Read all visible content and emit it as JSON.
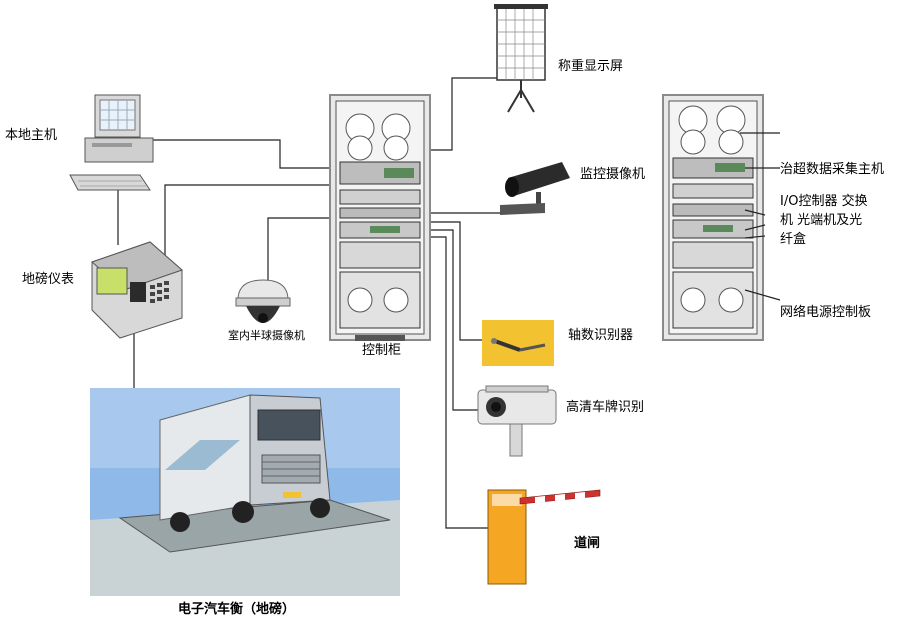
{
  "labels": {
    "weigh_display": "称重显示屏",
    "local_host": "本地主机",
    "surveillance_camera": "监控摄像机",
    "scale_indicator": "地磅仪表",
    "indoor_dome_camera": "室内半球摄像机",
    "control_cabinet": "控制柜",
    "axle_detector": "轴数识别器",
    "hd_plate_recognition": "高清车牌识别",
    "barrier_gate": "道闸",
    "truck_scale": "电子汽车衡（地磅）",
    "overload_data_host": "治超数据采集主机",
    "io_controller_line1": "I/O控制器 交换",
    "io_controller_line2": "机 光端机及光",
    "io_controller_line3": "纤盒",
    "network_power_board": "网络电源控制板"
  },
  "colors": {
    "cabinet_frame": "#8a8a8a",
    "cabinet_fill": "#e8e8e8",
    "scale_indicator_body": "#d8d8d8",
    "scale_indicator_screen": "#c8e06a",
    "axle_detector_bg": "#f2c230",
    "barrier_post": "#f5a623",
    "barrier_arm": "#d0312d",
    "scene_sky": "#8fb9e8",
    "scene_ground": "#c9d3d6"
  }
}
